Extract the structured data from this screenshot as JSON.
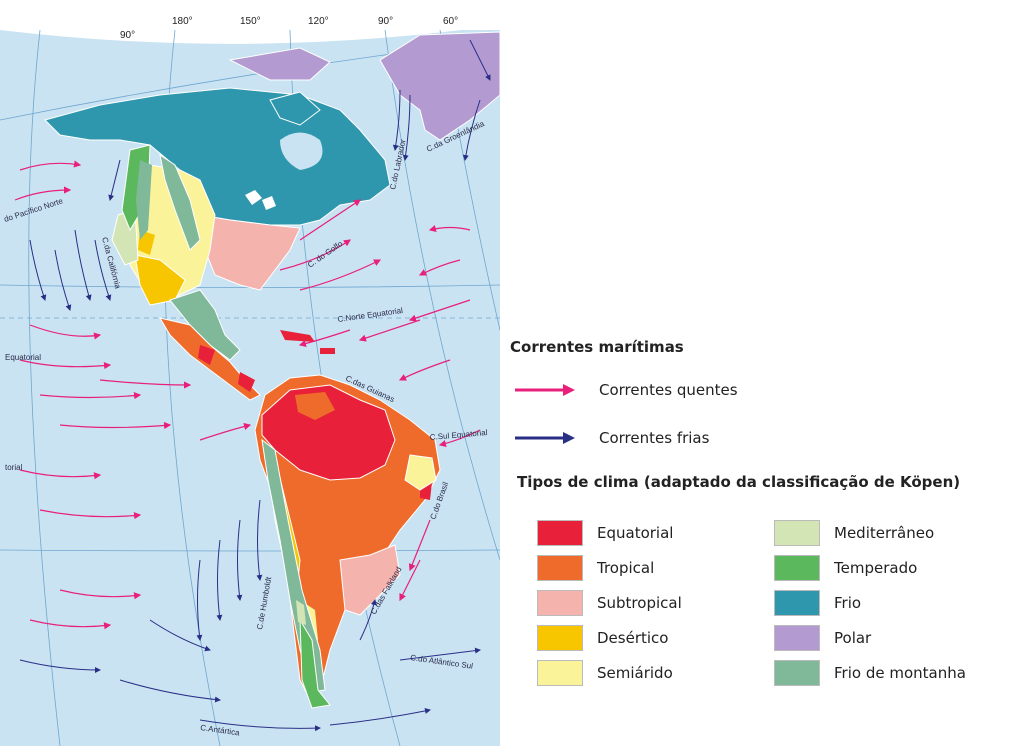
{
  "map": {
    "longitudes": [
      "90°",
      "180°",
      "150°",
      "120°",
      "90°",
      "60°"
    ],
    "current_labels": [
      "do Pacífico Norte",
      "C.do Labrador",
      "C.da Groenlândia",
      "C.da Califórnia",
      "C. do Golfo",
      "C.Norte Equatorial",
      "C.das Guianas",
      "C.Sul Equatorial",
      "C.do Brasil",
      "C.de Humboldt",
      "C.das Falkland",
      "C.do Atlântico Sul",
      "C.Antártica",
      "Equatorial",
      "torial"
    ]
  },
  "legend": {
    "currents_title": "Correntes marítimas",
    "currents": [
      {
        "label": "Correntes quentes",
        "color": "#e8207c"
      },
      {
        "label": "Correntes frias",
        "color": "#2a2f86"
      }
    ],
    "climate_title": "Tipos de clima (adaptado da classificação de Köpen)",
    "climates": [
      {
        "label": "Equatorial",
        "color": "#e8203a"
      },
      {
        "label": "Tropical",
        "color": "#ef6b2b"
      },
      {
        "label": "Subtropical",
        "color": "#f5b3ae"
      },
      {
        "label": "Desértico",
        "color": "#f7c600"
      },
      {
        "label": "Semiárido",
        "color": "#fbf39a"
      },
      {
        "label": "Mediterrâneo",
        "color": "#d3e5b4"
      },
      {
        "label": "Temperado",
        "color": "#5cb85c"
      },
      {
        "label": "Frio",
        "color": "#2f97ad"
      },
      {
        "label": "Polar",
        "color": "#b39ad0"
      },
      {
        "label": "Frio de montanha",
        "color": "#7fb99a"
      }
    ]
  }
}
